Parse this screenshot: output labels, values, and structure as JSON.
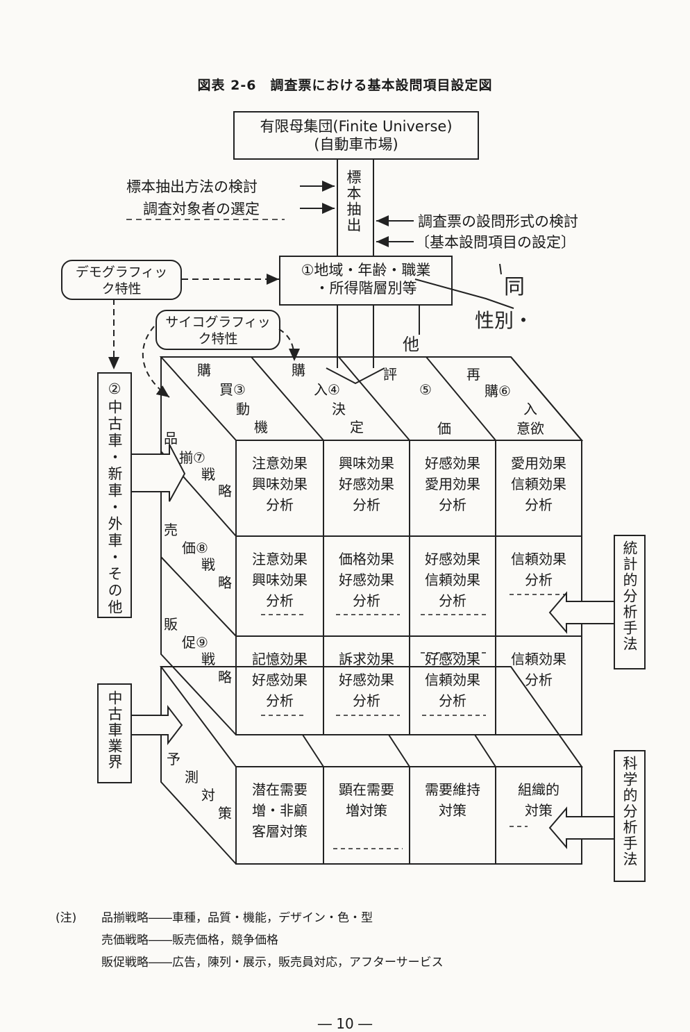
{
  "title": "図表 2-6　調査票における基本設問項目設定図",
  "universe": {
    "line1": "有限母集団(Finite Universe)",
    "line2": "(自動車市場)"
  },
  "sampling": {
    "label": "標本抽出"
  },
  "left_notes": [
    "標本抽出方法の検討",
    "調査対象者の選定"
  ],
  "right_notes": [
    "調査票の設問形式の検討",
    "〔基本設問項目の設定〕"
  ],
  "demographic": {
    "label": "デモグラフィック特性"
  },
  "psychographic": {
    "label": "サイコグラフィック特性"
  },
  "attributes": {
    "line1": "①地域・年齢・職業",
    "line2": "・所得階層別等"
  },
  "side_box_2": "②中古車・新車・外車・その他",
  "side_box_industry": "中古車業界",
  "side_box_stat": "統計的分析手法",
  "side_box_sci": "科学的分析手法",
  "top_headers": [
    {
      "a": "購",
      "b": "買③",
      "c": "動",
      "d": "機"
    },
    {
      "a": "購",
      "b": "入④",
      "c": "決",
      "d": "定"
    },
    {
      "a": "評",
      "b": "⑤",
      "c": "",
      "d": "価"
    },
    {
      "a": "再",
      "b": "購⑥",
      "c": "入",
      "d": "意欲"
    }
  ],
  "row_labels": [
    {
      "a": "品",
      "b": "揃⑦",
      "c": "戦",
      "d": "略"
    },
    {
      "a": "売",
      "b": "価⑧",
      "c": "戦",
      "d": "略"
    },
    {
      "a": "販",
      "b": "促⑨",
      "c": "戦",
      "d": "略"
    },
    {
      "a": "予",
      "b": "測",
      "c": "対",
      "d": "策"
    }
  ],
  "cells": [
    [
      "注意効果\n興味効果\n分析",
      "興味効果\n好感効果\n分析",
      "好感効果\n愛用効果\n分析",
      "愛用効果\n信頼効果\n分析"
    ],
    [
      "注意効果\n興味効果\n分析",
      "価格効果\n好感効果\n分析",
      "好感効果\n信頼効果\n分析",
      "信頼効果\n分析"
    ],
    [
      "記憶効果\n好感効果\n分析",
      "訴求効果\n好感効果\n分析",
      "好感効果\n信頼効果\n分析",
      "信頼効果\n分析"
    ],
    [
      "潜在需要\n増・非顧\n客層対策",
      "顕在需要\n増対策",
      "需要維持\n対策",
      "組織的\n対策"
    ]
  ],
  "handwritten": {
    "a": "同",
    "b": "性別・",
    "c": "他"
  },
  "notes_label": "(注)",
  "notes": [
    "品揃戦略――車種，品質・機能，デザイン・色・型",
    "売価戦略――販売価格，競争価格",
    "販促戦略――広告，陳列・展示，販売員対応，アフターサービス"
  ],
  "page_number": "― 10 ―"
}
